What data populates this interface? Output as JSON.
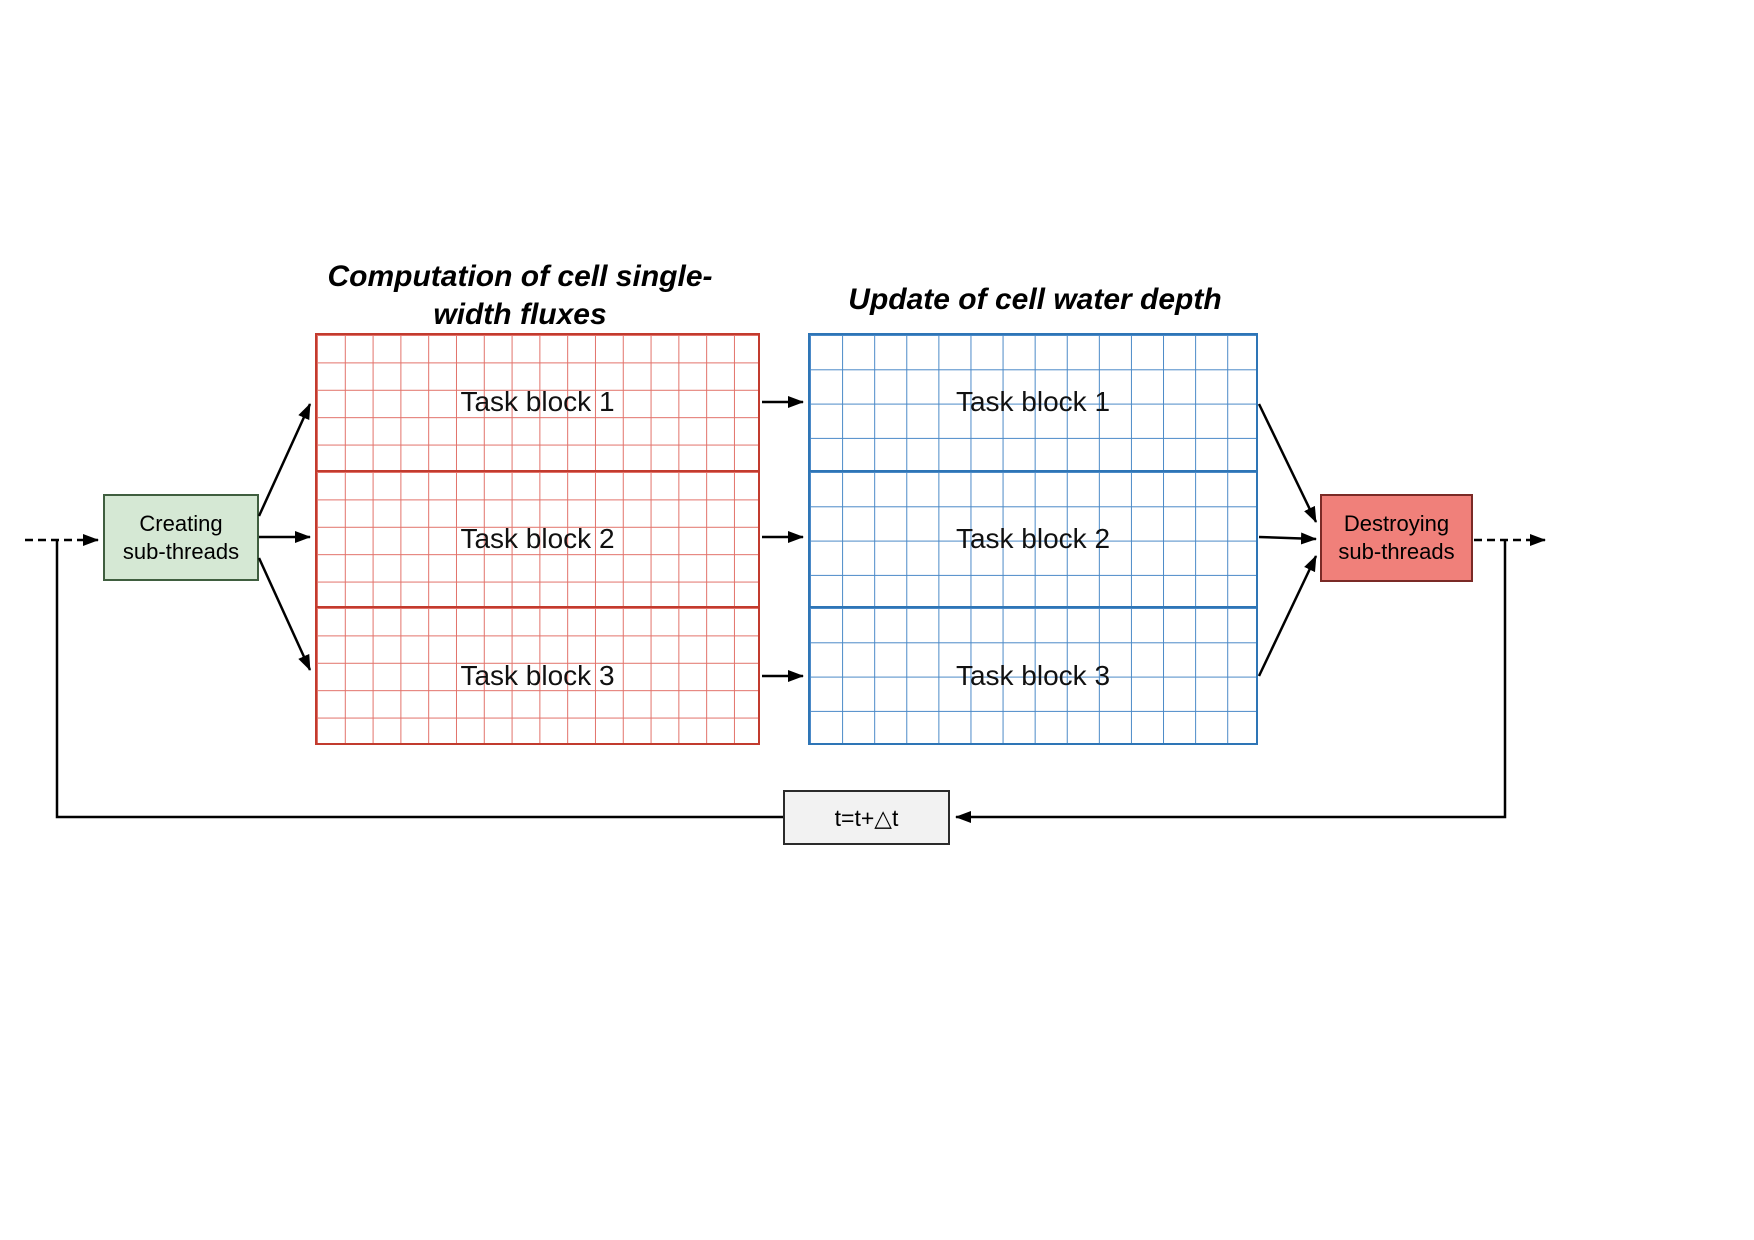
{
  "titles": {
    "flux_line1": "Computation of cell single-",
    "flux_line2": "width fluxes",
    "depth": "Update of cell water depth"
  },
  "boxes": {
    "creating_line1": "Creating",
    "creating_line2": "sub-threads",
    "destroying_line1": "Destroying",
    "destroying_line2": "sub-threads",
    "time_step": "t=t+△t"
  },
  "flux_grid": {
    "blocks": [
      "Task block 1",
      "Task block 2",
      "Task block 3"
    ]
  },
  "depth_grid": {
    "blocks": [
      "Task block 1",
      "Task block 2",
      "Task block 3"
    ]
  },
  "colors": {
    "flux_grid_line": "#e2726a",
    "flux_grid_border": "#c23b2e",
    "depth_grid_line": "#4a89c7",
    "depth_grid_border": "#2e75b6",
    "creating_fill": "#d5e8d4",
    "destroying_fill": "#f0807a",
    "time_step_fill": "#f2f2f2",
    "arrow": "#000000"
  }
}
